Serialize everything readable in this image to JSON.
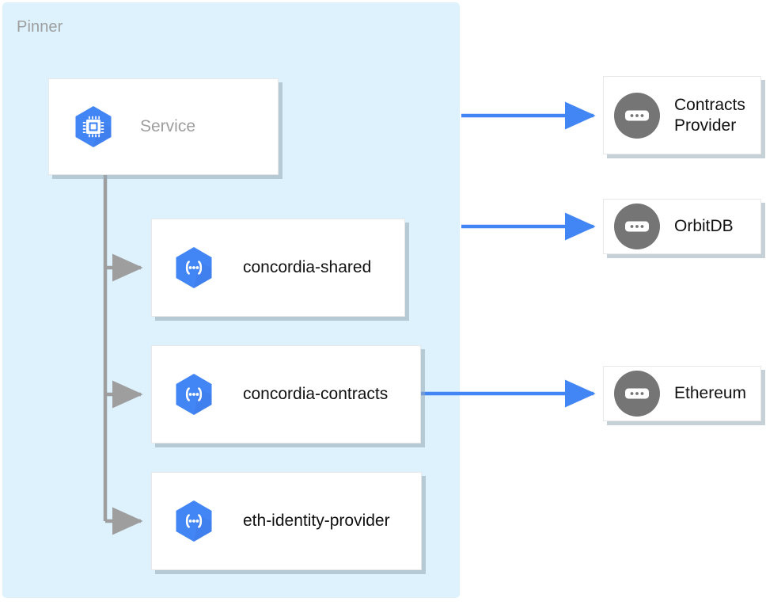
{
  "diagram": {
    "title_group": "Pinner",
    "colors": {
      "group_background": "#ddf2fd",
      "hex_icon": "#4285f4",
      "circle_icon": "#757575",
      "blue_arrow": "#4285f4",
      "gray_connector": "#9e9e9e",
      "card_background": "#ffffff",
      "card_shadow": "#96aab7",
      "muted_text": "#9e9e9e",
      "label_text": "#111111"
    }
  },
  "group": {
    "label": "Pinner"
  },
  "nodes": {
    "service": {
      "label": "Service",
      "icon": "hexagon-cpu-icon"
    },
    "concordia_shared": {
      "label": "concordia-shared",
      "icon": "hexagon-module-icon"
    },
    "concordia_contracts": {
      "label": "concordia-contracts",
      "icon": "hexagon-module-icon"
    },
    "eth_identity_provider": {
      "label": "eth-identity-provider",
      "icon": "hexagon-module-icon"
    },
    "contracts_provider": {
      "label_line1": "Contracts",
      "label_line2": "Provider",
      "icon": "circle-ellipsis-icon"
    },
    "orbitdb": {
      "label": "OrbitDB",
      "icon": "circle-ellipsis-icon"
    },
    "ethereum": {
      "label": "Ethereum",
      "icon": "circle-ellipsis-icon"
    }
  },
  "edges": [
    {
      "from": "service",
      "to": "concordia_shared",
      "style": "gray-arrow"
    },
    {
      "from": "service",
      "to": "concordia_contracts",
      "style": "gray-arrow"
    },
    {
      "from": "service",
      "to": "eth_identity_provider",
      "style": "gray-arrow"
    },
    {
      "from": "service",
      "to": "contracts_provider",
      "style": "blue-arrow"
    },
    {
      "from": "concordia_shared",
      "to": "orbitdb",
      "style": "blue-arrow"
    },
    {
      "from": "concordia_contracts",
      "to": "ethereum",
      "style": "blue-arrow"
    }
  ]
}
